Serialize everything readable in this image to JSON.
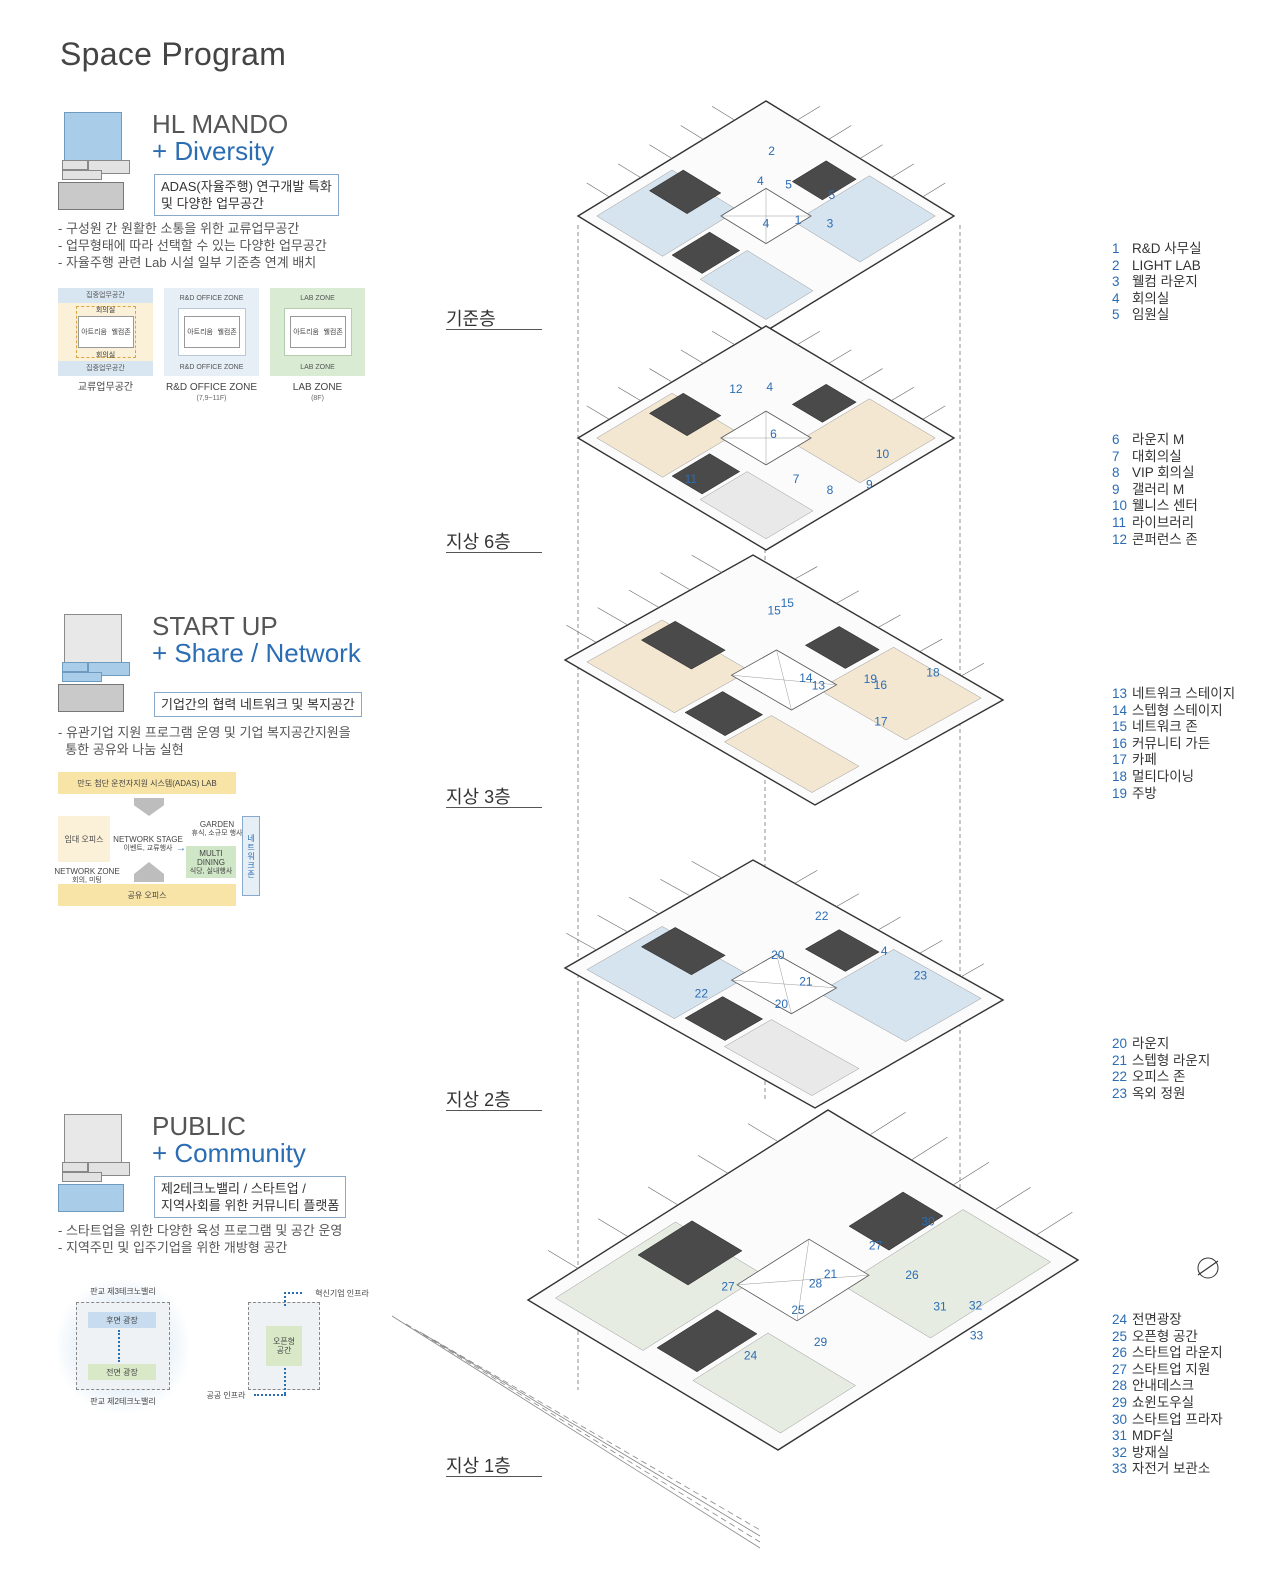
{
  "title": "Space Program",
  "sections": {
    "hl": {
      "name": "HL MANDO",
      "sub": "+ Diversity",
      "box_lines": [
        "ADAS(자율주행) 연구개발 특화",
        "및 다양한 업무공간"
      ],
      "bullets": [
        "- 구성원 간 원활한 소통을 위한 교류업무공간",
        "- 업무형태에 따라 선택할 수 있는 다양한 업무공간",
        "- 자율주행 관련 Lab 시설 일부 기준층 연계 배치"
      ],
      "zones": [
        {
          "top": "집중업무공간",
          "inner_top": "회의실",
          "inner": [
            "아트리움",
            "웰컴존"
          ],
          "inner_bottom": "회의실",
          "bottom": "집중업무공간",
          "label": "교류업무공간",
          "note": ""
        },
        {
          "top": "R&D OFFICE ZONE",
          "inner_top": "",
          "inner": [
            "아트리움",
            "웰컴존"
          ],
          "inner_bottom": "",
          "bottom": "R&D OFFICE ZONE",
          "label": "R&D OFFICE ZONE",
          "note": "(7,9~11F)"
        },
        {
          "top": "LAB ZONE",
          "inner_top": "",
          "inner": [
            "아트리움",
            "웰컴존"
          ],
          "inner_bottom": "",
          "bottom": "LAB ZONE",
          "label": "LAB ZONE",
          "note": "(8F)"
        }
      ]
    },
    "su": {
      "name": "START UP",
      "sub": "+ Share / Network",
      "box_lines": [
        "기업간의 협력 네트워크 및 복지공간"
      ],
      "bullets": [
        "- 유관기업 지원 프로그램 운영 및 기업 복지공간지원을",
        "  통한 공유와 나눔 실현"
      ],
      "flow": {
        "lab": "만도 첨단 운전자지원 시스템(ADAS) LAB",
        "lease": "임대 오피스",
        "stage": "NETWORK STAGE",
        "stage_sub": "이벤트, 교류행사",
        "garden": "GARDEN",
        "garden_sub": "휴식, 소규모 행사",
        "dining": "MULTI DINING",
        "dining_sub": "식당, 실내행사",
        "network_zone": "NETWORK ZONE",
        "network_zone_sub": "회의, 미팅",
        "shared": "공유 오피스",
        "side": [
          "네",
          "트",
          "워",
          "크",
          "존"
        ]
      }
    },
    "pub": {
      "name": "PUBLIC",
      "sub": "+ Community",
      "box_lines": [
        "제2테크노밸리 / 스타트업 /",
        "지역사회를 위한 커뮤니티 플랫폼"
      ],
      "bullets": [
        "- 스타트업을 위한 다양한 육성 프로그램 및 공간 운영",
        "- 지역주민 및 입주기업을 위한 개방형 공간"
      ],
      "diagram": {
        "top": "판교 제3테크노밸리",
        "rear": "후면 광장",
        "front": "전면 광장",
        "bottom": "판교 제2테크노밸리",
        "innov": "혁신기업 인프라",
        "open": [
          "오픈형",
          "공간"
        ],
        "public_infra": "공공 인프라"
      }
    }
  },
  "floors": [
    {
      "label": "기준층"
    },
    {
      "label": "지상 6층"
    },
    {
      "label": "지상 3층"
    },
    {
      "label": "지상 2층"
    },
    {
      "label": "지상 1층"
    }
  ],
  "legend": [
    [
      [
        "1",
        "R&D 사무실"
      ],
      [
        "2",
        "LIGHT LAB"
      ],
      [
        "3",
        "웰컴 라운지"
      ],
      [
        "4",
        "회의실"
      ],
      [
        "5",
        "임원실"
      ]
    ],
    [
      [
        "6",
        "라운지 M"
      ],
      [
        "7",
        "대회의실"
      ],
      [
        "8",
        "VIP 회의실"
      ],
      [
        "9",
        "갤러리 M"
      ],
      [
        "10",
        "웰니스 센터"
      ],
      [
        "11",
        "라이브러리"
      ],
      [
        "12",
        "콘퍼런스 존"
      ]
    ],
    [
      [
        "13",
        "네트워크 스테이지"
      ],
      [
        "14",
        "스텝형 스테이지"
      ],
      [
        "15",
        "네트워크 존"
      ],
      [
        "16",
        "커뮤니티 가든"
      ],
      [
        "17",
        "카페"
      ],
      [
        "18",
        "멀티다이닝"
      ],
      [
        "19",
        "주방"
      ]
    ],
    [
      [
        "20",
        "라운지"
      ],
      [
        "21",
        "스텝형 라운지"
      ],
      [
        "22",
        "오피스 존"
      ],
      [
        "23",
        "옥외 정원"
      ]
    ],
    [
      [
        "24",
        "전면광장"
      ],
      [
        "25",
        "오픈형 공간"
      ],
      [
        "26",
        "스타트업 라운지"
      ],
      [
        "27",
        "스타트업 지원"
      ],
      [
        "28",
        "안내데스크"
      ],
      [
        "29",
        "쇼윈도우실"
      ],
      [
        "30",
        "스타트업 프라자"
      ],
      [
        "31",
        "MDF실"
      ],
      [
        "32",
        "방재실"
      ],
      [
        "33",
        "자전거 보관소"
      ]
    ]
  ],
  "plan_labels": [
    [
      "1",
      "2",
      "3",
      "4",
      "4",
      "5",
      "5"
    ],
    [
      "6",
      "7",
      "8",
      "9",
      "10",
      "11",
      "4",
      "12"
    ],
    [
      "13",
      "14",
      "15",
      "15",
      "16",
      "17",
      "18",
      "19"
    ],
    [
      "20",
      "20",
      "21",
      "22",
      "22",
      "23",
      "4"
    ],
    [
      "21",
      "24",
      "25",
      "26",
      "27",
      "27",
      "28",
      "29",
      "30",
      "31",
      "32",
      "33"
    ]
  ],
  "colors": {
    "accent": "#2b6db3",
    "office_blue": "#d6e4f0",
    "lounge_beige": "#f3e7d2",
    "core_dark": "#4a4a4a"
  }
}
